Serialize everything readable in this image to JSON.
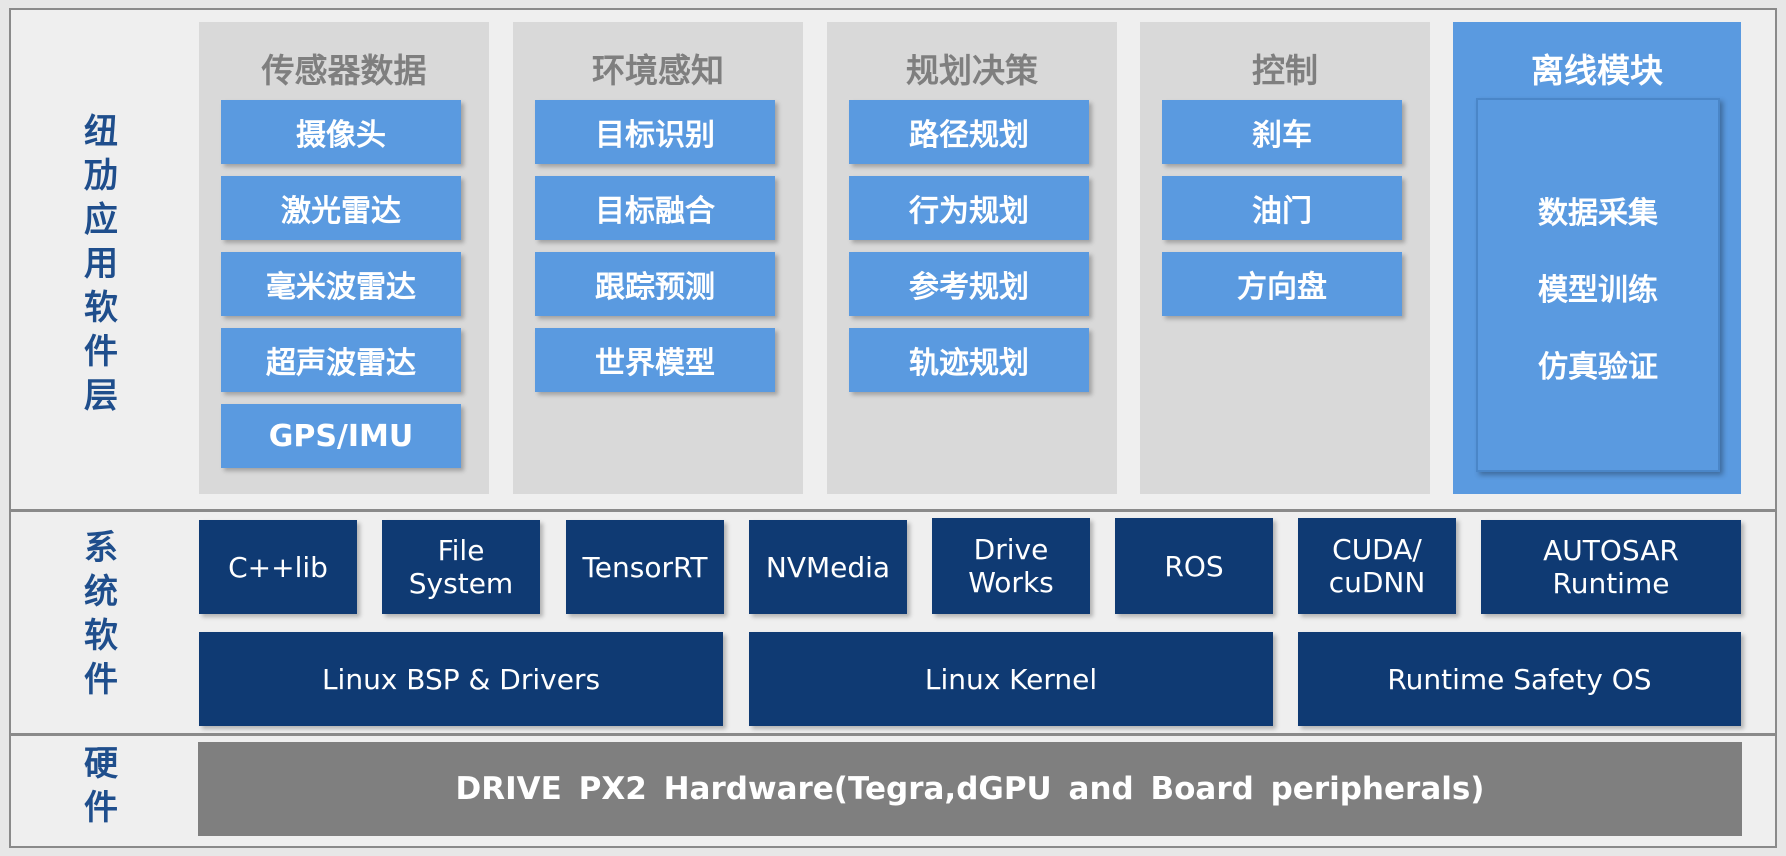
{
  "layers": {
    "app": "纽劢应用软件层",
    "system": "系统软件",
    "hardware": "硬件"
  },
  "columns": [
    {
      "title": "传感器数据",
      "items": [
        "摄像头",
        "激光雷达",
        "毫米波雷达",
        "超声波雷达",
        "GPS/IMU"
      ]
    },
    {
      "title": "环境感知",
      "items": [
        "目标识别",
        "目标融合",
        "跟踪预测",
        "世界模型"
      ]
    },
    {
      "title": "规划决策",
      "items": [
        "路径规划",
        "行为规划",
        "参考规划",
        "轨迹规划"
      ]
    },
    {
      "title": "控制",
      "items": [
        "刹车",
        "油门",
        "方向盘"
      ]
    }
  ],
  "offline": {
    "title": "离线模块",
    "items": [
      "数据采集",
      "模型训练",
      "仿真验证"
    ]
  },
  "system_libs": [
    "C++lib",
    "File\nSystem",
    "TensorRT",
    "NVMedia",
    "Drive\nWorks",
    "ROS",
    "CUDA/\ncuDNN",
    "AUTOSAR\nRuntime"
  ],
  "system_base": [
    "Linux  BSP  &  Drivers",
    "Linux  Kernel",
    "Runtime  Safety  OS"
  ],
  "hardware": "DRIVE  PX2  Hardware(Tegra,dGPU and Board peripherals)",
  "colors": {
    "module_blue": "#5a9ae0",
    "system_navy": "#0f3a73",
    "label_blue": "#1f4e8c",
    "hardware_gray": "#7f7f7f",
    "column_gray": "#d9d9d9"
  }
}
